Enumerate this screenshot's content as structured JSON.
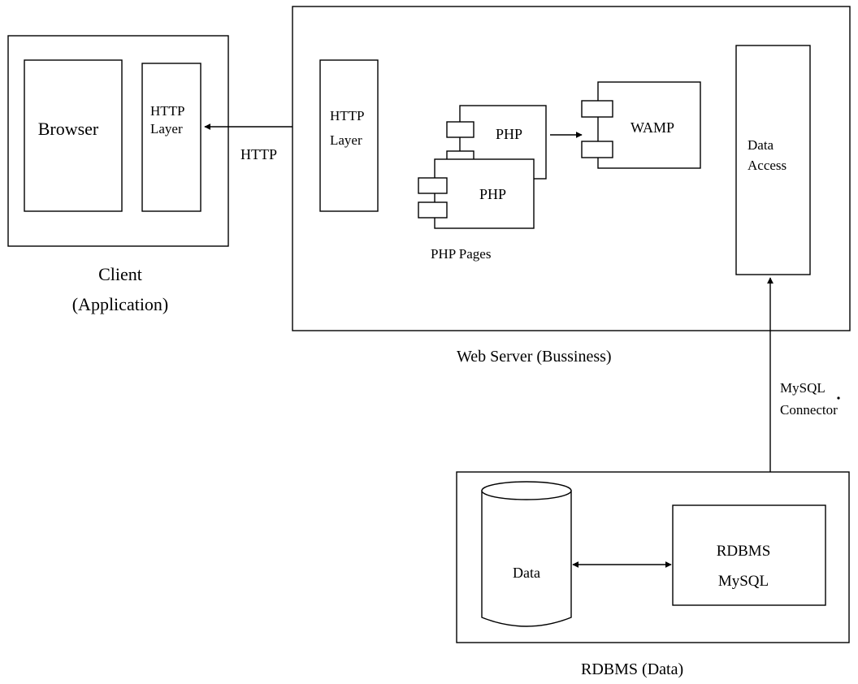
{
  "client": {
    "browser_label": "Browser",
    "http_layer_line1": "HTTP",
    "http_layer_line2": "Layer",
    "caption_line1": "Client",
    "caption_line2": "(Application)"
  },
  "connection": {
    "http_label": "HTTP"
  },
  "web_server": {
    "http_layer_line1": "HTTP",
    "http_layer_line2": "Layer",
    "php_back_label": "PHP",
    "php_front_label": "PHP",
    "php_pages_label": "PHP Pages",
    "wamp_label": "WAMP",
    "data_access_line1": "Data",
    "data_access_line2": "Access",
    "caption": "Web Server (Bussiness)"
  },
  "connector": {
    "line1": "MySQL",
    "line2": "Connector"
  },
  "rdbms": {
    "data_label": "Data",
    "engine_line1": "RDBMS",
    "engine_line2": "MySQL",
    "caption": "RDBMS (Data)"
  }
}
